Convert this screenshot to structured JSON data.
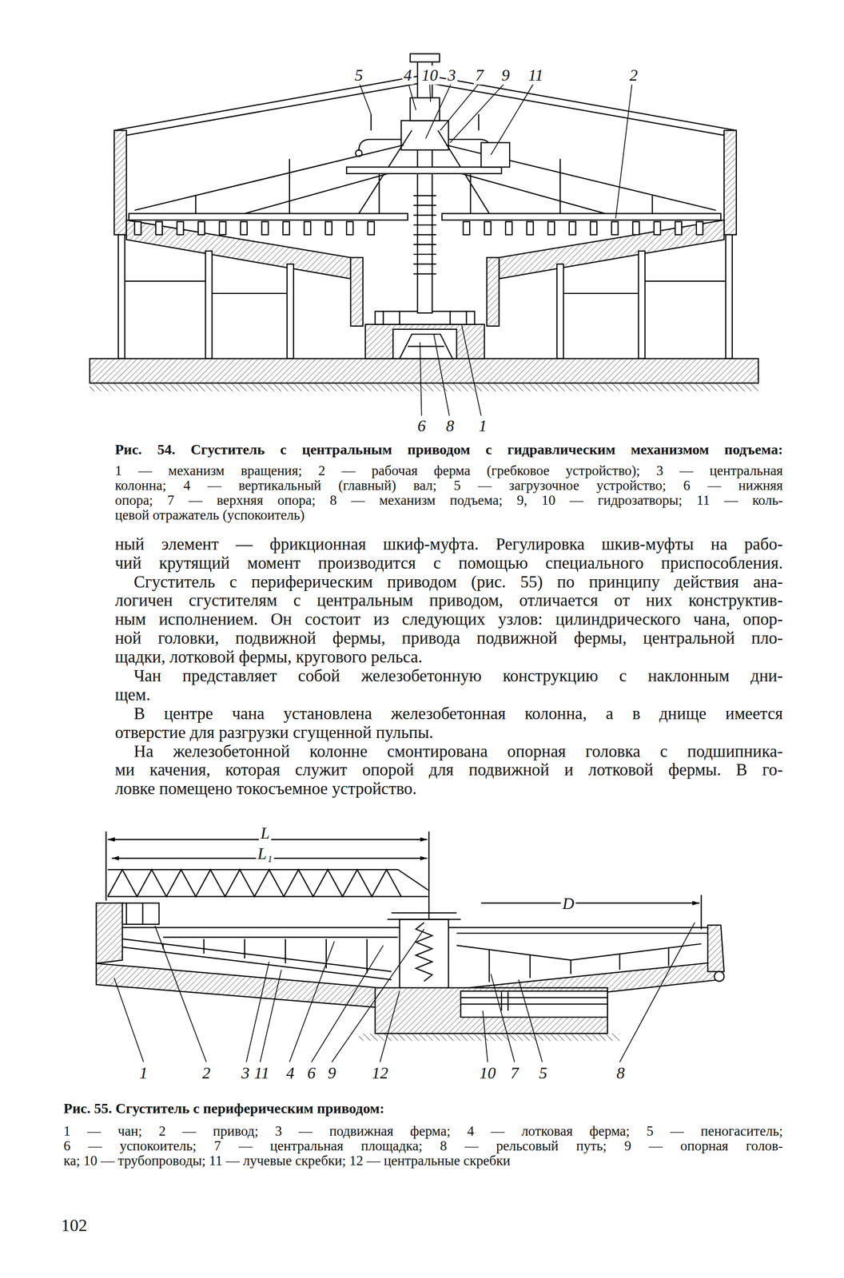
{
  "diagram": {
    "labels": [
      "5",
      "4",
      "10",
      "3",
      "7",
      "9",
      "11",
      "2",
      "6",
      "8",
      "1",
      "Рис. 54. Сгуститель с центральным приводом с гидравлическим механизмом подъема:",
      "1 — механизм вращения; 2 — рабочая ферма (гребковое устройство); 3 — центральная",
      "колонна; 4 — вертикальный (главный) вал; 5 — загрузочное устройство; 6 — нижняя",
      "опора; 7 — верхняя опора; 8 — механизм подъема; 9, 10 — гидрозатворы; 11 — коль-",
      "цевой отражатель (успокоитель)",
      "ный элемент — фрикционная шкиф-муфта. Регулировка шкив-муфты на рабо-",
      "чий крутящий момент производится с помощью специального приспособления.",
      "Сгуститель с периферическим приводом (рис. 55) по принципу действия ана-",
      "логичен сгустителям с центральным приводом, отличается от них конструктив-",
      "ным исполнением. Он состоит из следующих узлов: цилиндрического чана, опор-",
      "ной головки, подвижной фермы, привода подвижной фермы, центральной пло-",
      "щадки, лотковой фермы, кругового рельса.",
      "Чан представляет собой железобетонную конструкцию с наклонным дни-",
      "щем.",
      "В центре чана установлена железобетонная колонна, а в днище имеется",
      "отверстие для разгрузки сгущенной пульпы.",
      "На железобетонной колонне смонтирована опорная головка с подшипника-",
      "ми качения, которая служит опорой для подвижной и лотковой фермы. В го-",
      "ловке помещено токосъемное устройство.",
      "L",
      "L₁",
      "D",
      "1",
      "2",
      "3",
      "11",
      "4",
      "6",
      "9",
      "12",
      "10",
      "7",
      "5",
      "8",
      "Рис. 55. Сгуститель с периферическим приводом:",
      "1 — чан; 2 — привод; 3 — подвижная ферма; 4 — лотковая ферма; 5 — пеногаситель;",
      "6 — успокоитель; 7 — центральная площадка; 8 — рельсовый путь; 9 — опорная голов-",
      "ка; 10 — трубопроводы; 11 — лучевые скребки; 12 — центральные скребки",
      "102"
    ]
  }
}
